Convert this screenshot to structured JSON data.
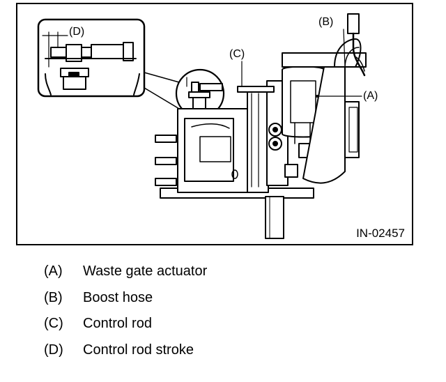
{
  "figure": {
    "id": "IN-02457",
    "callouts": {
      "a": "(A)",
      "b": "(B)",
      "c": "(C)",
      "d": "(D)"
    }
  },
  "legend": [
    {
      "key": "(A)",
      "text": "Waste gate actuator"
    },
    {
      "key": "(B)",
      "text": "Boost hose"
    },
    {
      "key": "(C)",
      "text": "Control rod"
    },
    {
      "key": "(D)",
      "text": "Control rod stroke"
    }
  ]
}
